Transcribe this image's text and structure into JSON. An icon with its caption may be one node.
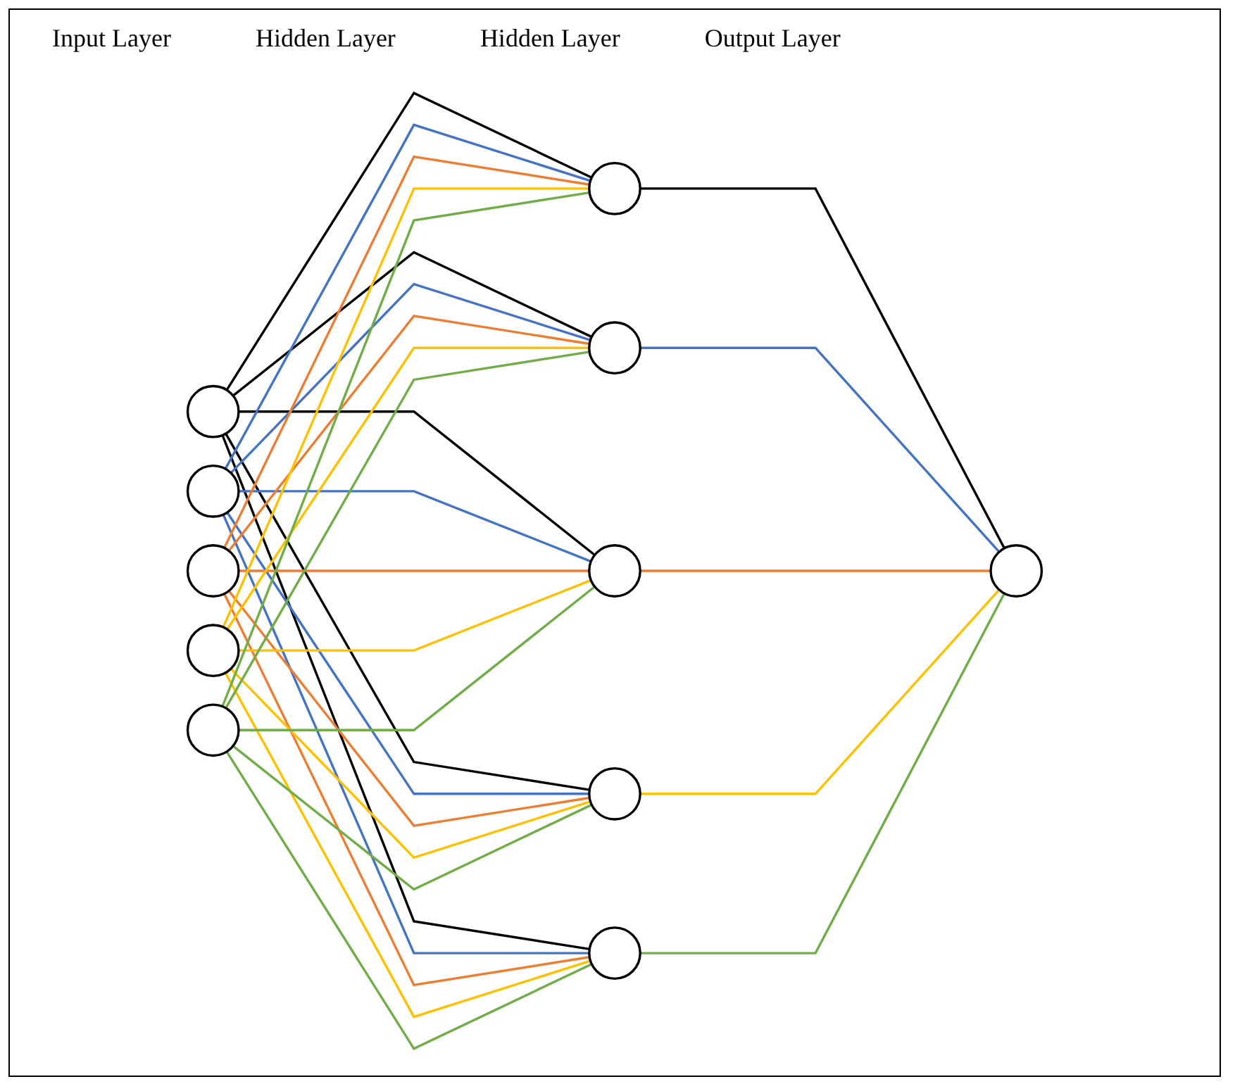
{
  "diagram": {
    "nodes": [
      {
        "text": [],
        "shape": "circle"
      },
      {
        "text": [],
        "shape": "circle"
      },
      {
        "text": [],
        "shape": "circle"
      },
      {
        "text": [],
        "shape": "circle"
      },
      {
        "text": [],
        "shape": "circle"
      },
      {
        "text": [],
        "shape": "circle"
      },
      {
        "text": [],
        "shape": "circle"
      },
      {
        "text": [],
        "shape": "circle"
      },
      {
        "text": [],
        "shape": "circle"
      },
      {
        "text": [],
        "shape": "circle"
      },
      {
        "text": [],
        "shape": "circle"
      }
    ],
    "edges": [
      {
        "from": 0,
        "to": 5,
        "arrow": "none"
      },
      {
        "from": 0,
        "to": 6,
        "arrow": "none"
      },
      {
        "from": 0,
        "to": 7,
        "arrow": "none"
      },
      {
        "from": 0,
        "to": 8,
        "arrow": "none"
      },
      {
        "from": 0,
        "to": 9,
        "arrow": "none"
      },
      {
        "from": 1,
        "to": 5,
        "arrow": "none",
        "color": "#4472c4"
      },
      {
        "from": 1,
        "to": 6,
        "arrow": "none",
        "color": "#4472c4"
      },
      {
        "from": 1,
        "to": 7,
        "arrow": "none",
        "color": "#4472c4"
      },
      {
        "from": 1,
        "to": 8,
        "arrow": "none",
        "color": "#4472c4"
      },
      {
        "from": 1,
        "to": 9,
        "arrow": "none",
        "color": "#4472c4"
      },
      {
        "from": 2,
        "to": 5,
        "arrow": "none",
        "color": "#ed7d31"
      },
      {
        "from": 2,
        "to": 6,
        "arrow": "none",
        "color": "#ed7d31"
      },
      {
        "from": 2,
        "to": 7,
        "arrow": "none",
        "color": "#ed7d31"
      },
      {
        "from": 2,
        "to": 8,
        "arrow": "none",
        "color": "#ed7d31"
      },
      {
        "from": 2,
        "to": 9,
        "arrow": "none",
        "color": "#ed7d31"
      },
      {
        "from": 3,
        "to": 5,
        "arrow": "none",
        "color": "#ffc000"
      },
      {
        "from": 3,
        "to": 6,
        "arrow": "none",
        "color": "#ffc000"
      },
      {
        "from": 3,
        "to": 7,
        "arrow": "none",
        "color": "#ffc000"
      },
      {
        "from": 3,
        "to": 8,
        "arrow": "none",
        "color": "#ffc000"
      },
      {
        "from": 3,
        "to": 9,
        "arrow": "none",
        "color": "#ffc000"
      },
      {
        "from": 4,
        "to": 5,
        "arrow": "none",
        "color": "#70ad47"
      },
      {
        "from": 4,
        "to": 6,
        "arrow": "none",
        "color": "#70ad47"
      },
      {
        "from": 4,
        "to": 7,
        "arrow": "none",
        "color": "#70ad47"
      },
      {
        "from": 4,
        "to": 8,
        "arrow": "none",
        "color": "#70ad47"
      },
      {
        "from": 4,
        "to": 9,
        "arrow": "none",
        "color": "#70ad47"
      },
      {
        "from": 5,
        "to": 10,
        "arrow": "none"
      },
      {
        "from": 6,
        "to": 10,
        "arrow": "none",
        "color": "#4472c4"
      },
      {
        "from": 7,
        "to": 10,
        "arrow": "none",
        "color": "#ed7d31"
      },
      {
        "from": 8,
        "to": 10,
        "arrow": "none",
        "color": "#ffc000"
      },
      {
        "from": 9,
        "to": 10,
        "arrow": "none",
        "color": "#70ad47"
      }
    ],
    "labels": [
      "Input Layer",
      "Hidden Layer",
      "Hidden Layer",
      "Output Layer"
    ]
  }
}
